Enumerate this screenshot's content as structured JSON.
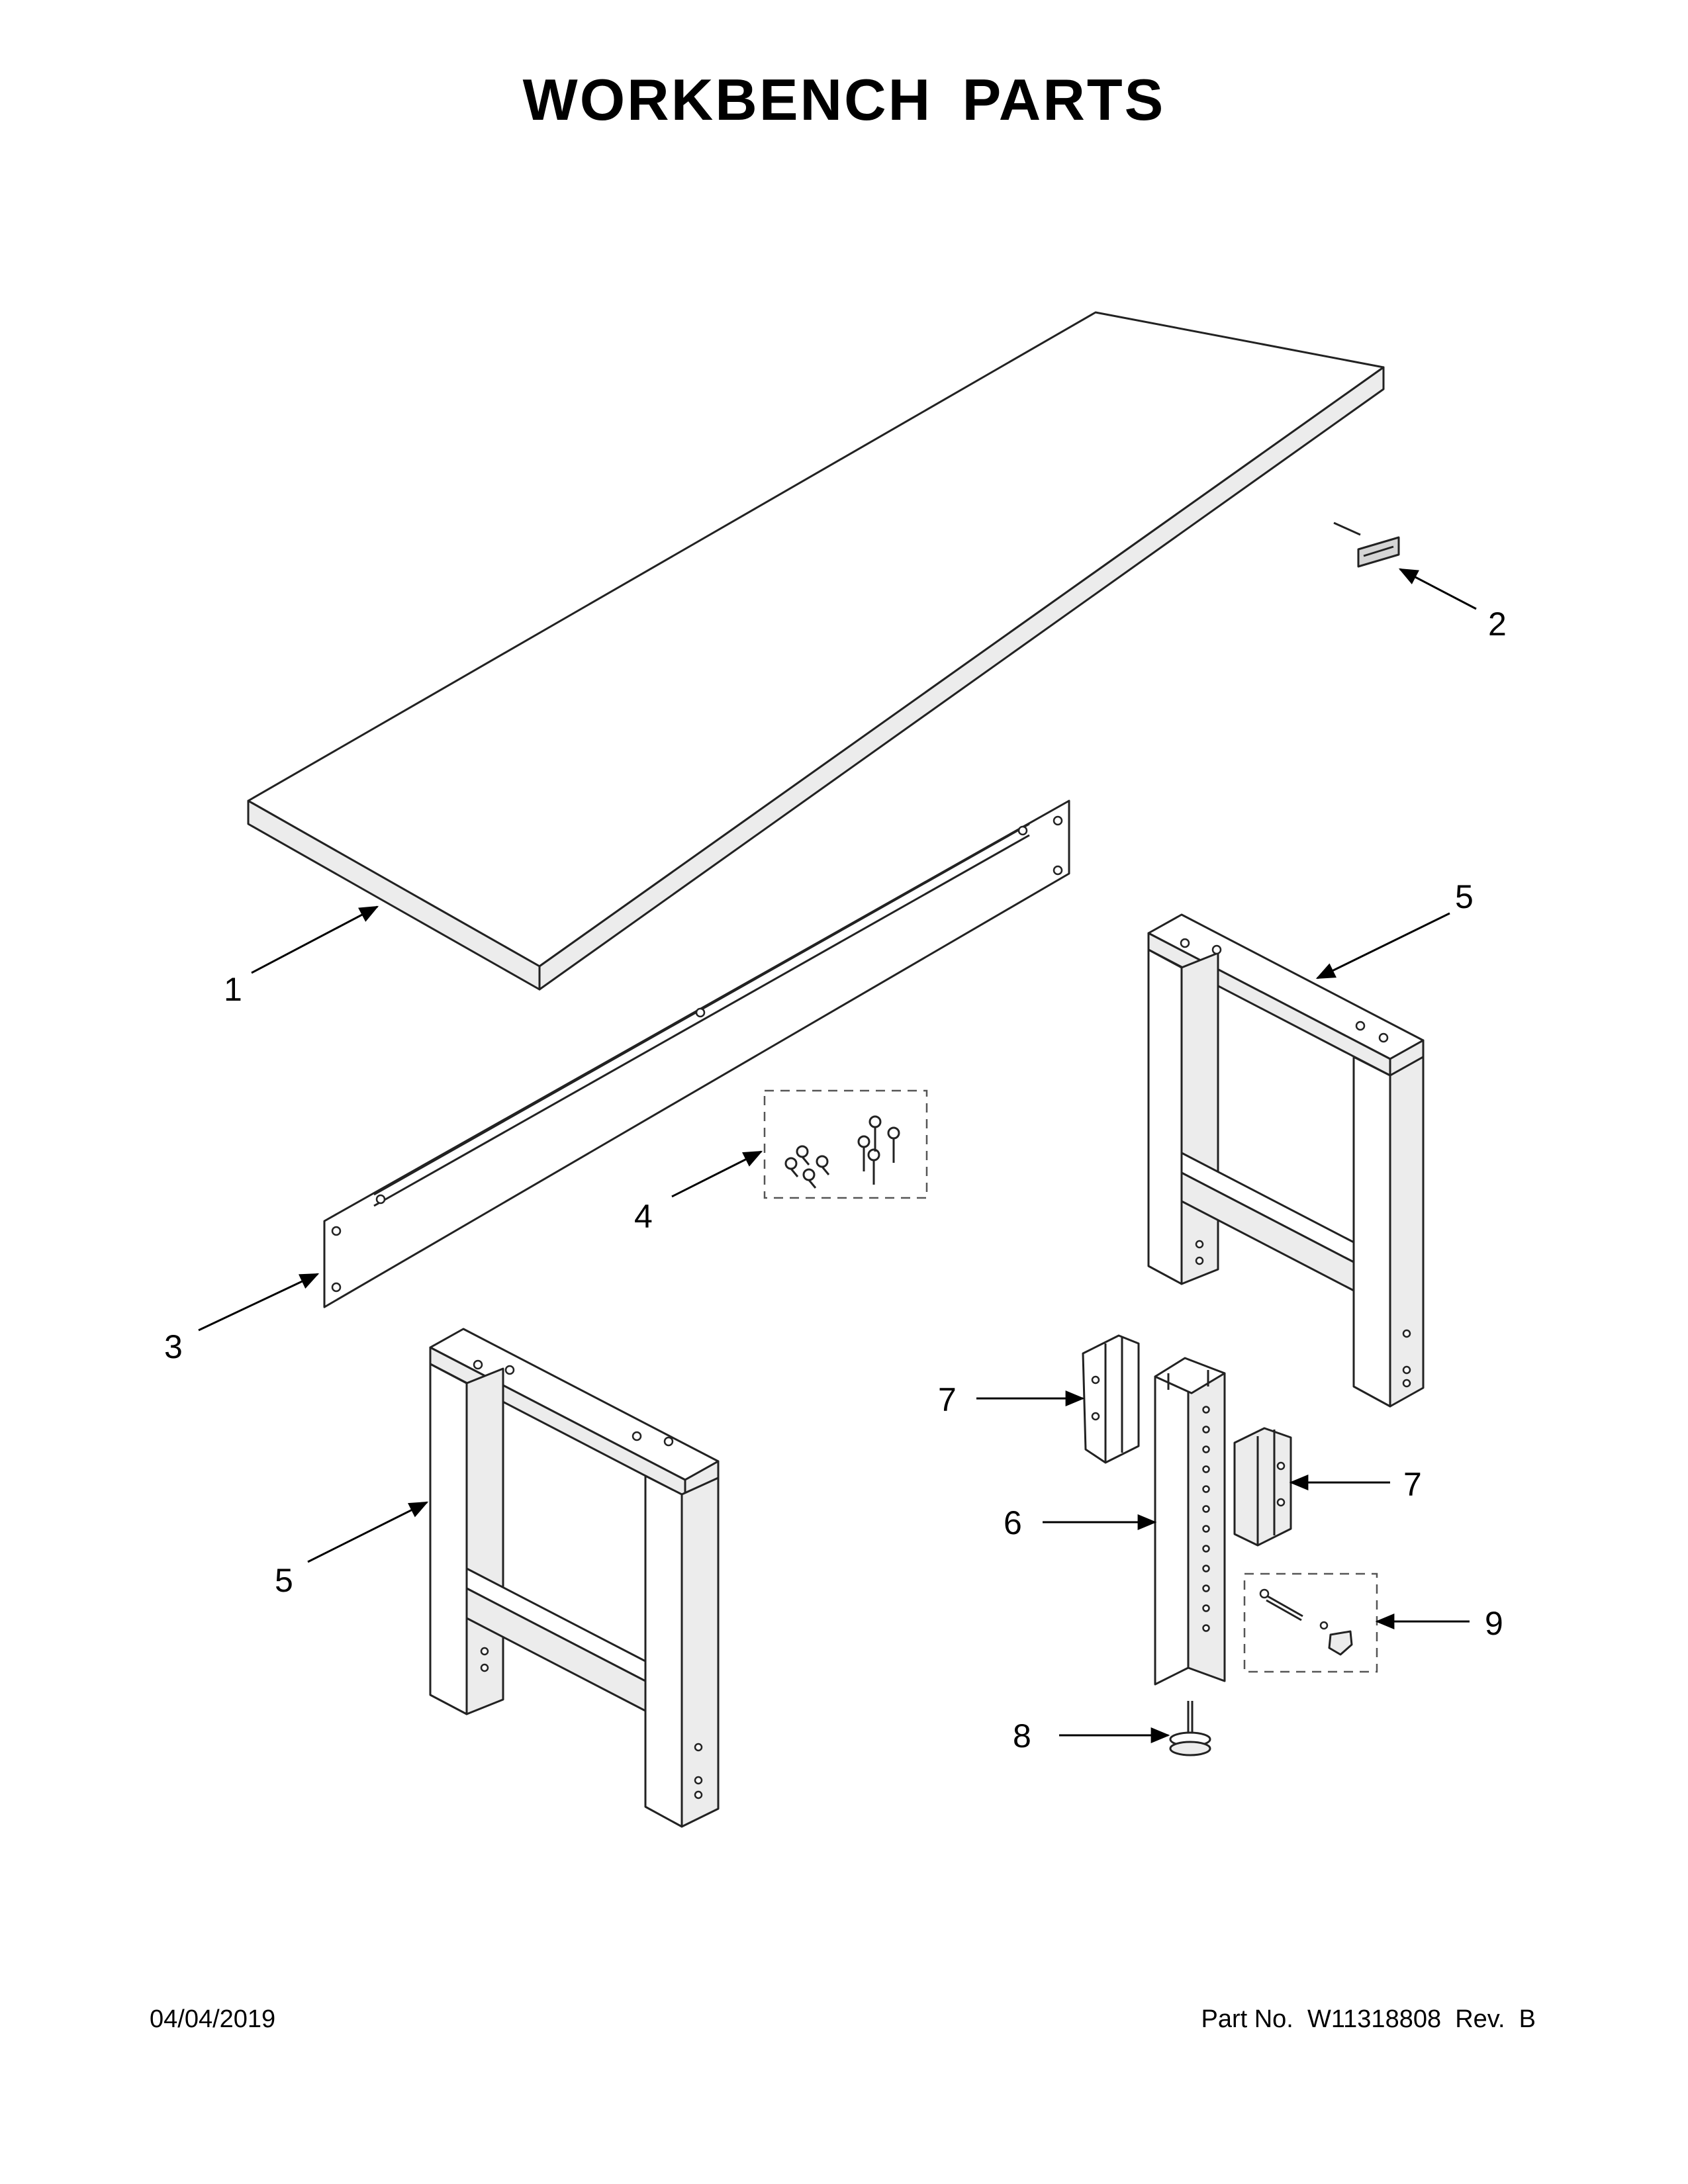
{
  "title": "WORKBENCH PARTS",
  "callouts": [
    "1",
    "2",
    "3",
    "4",
    "5",
    "5",
    "6",
    "7",
    "7",
    "8",
    "9"
  ],
  "footer": {
    "date": "04/04/2019",
    "part_number": "Part No.  W11318808  Rev.  B"
  },
  "colors": {
    "line": "#222222",
    "background": "#ffffff"
  }
}
